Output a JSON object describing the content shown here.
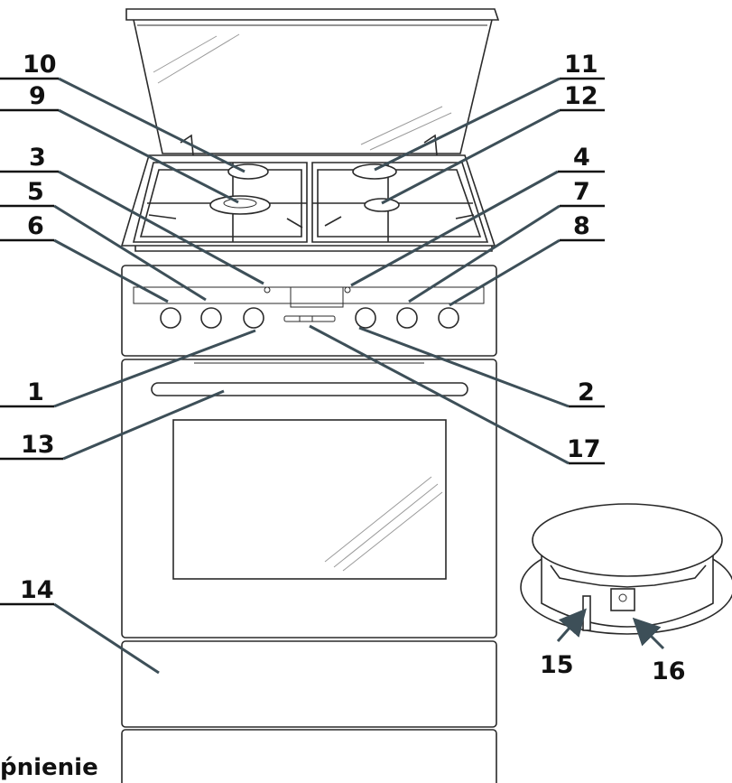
{
  "labels": {
    "l1": "1",
    "l2": "2",
    "l3": "3",
    "l4": "4",
    "l5": "5",
    "l6": "6",
    "l7": "7",
    "l8": "8",
    "l9": "9",
    "l10": "10",
    "l11": "11",
    "l12": "12",
    "l13": "13",
    "l14": "14",
    "l15": "15",
    "l16": "16",
    "l17": "17"
  },
  "footer_text": "ṕnienie",
  "colors": {
    "leader": "#3d4f58",
    "ink": "#2a2a2a",
    "text": "#111111"
  }
}
